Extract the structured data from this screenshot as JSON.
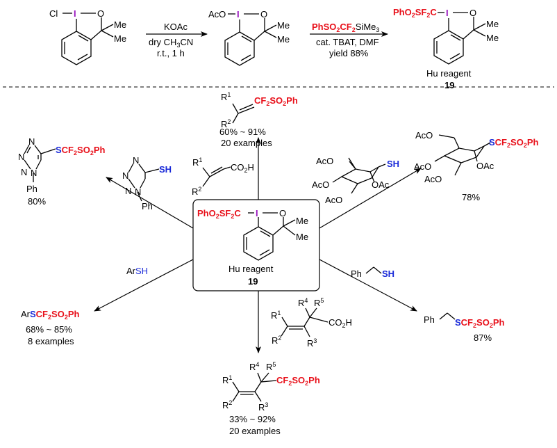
{
  "top": {
    "start": {
      "cl": "Cl",
      "i": "I",
      "o": "O",
      "me1": "Me",
      "me2": "Me"
    },
    "step1": {
      "reagent": "KOAc",
      "solvent": "dry CH",
      "solvent_sub": "3",
      "solvent_tail": "CN",
      "cond": "r.t., 1 h"
    },
    "intermediate": {
      "aco": "AcO",
      "i": "I",
      "o": "O",
      "me1": "Me",
      "me2": "Me"
    },
    "step2": {
      "reagent_a": "PhSO",
      "reagent_b": "2",
      "reagent_c": "CF",
      "reagent_d": "2",
      "reagent_e": "SiMe",
      "reagent_f": "3",
      "cat": "cat. TBAT, DMF",
      "yield": "yield 88%"
    },
    "product": {
      "a": "PhO",
      "b": "2",
      "c": "SF",
      "d": "2",
      "e": "C",
      "i": "I",
      "o": "O",
      "me1": "Me",
      "me2": "Me",
      "name": "Hu reagent",
      "number": "19"
    }
  },
  "center": {
    "a": "PhO",
    "b": "2",
    "c": "SF",
    "d": "2",
    "e": "C",
    "i": "I",
    "o": "O",
    "me1": "Me",
    "me2": "Me",
    "name": "Hu reagent",
    "number": "19"
  },
  "routes": {
    "alkene": {
      "substrate": {
        "r1": "R",
        "r1s": "1",
        "r2": "R",
        "r2s": "2",
        "acid": "CO",
        "acid_s": "2",
        "acid_h": "H"
      },
      "product": {
        "r1": "R",
        "r1s": "1",
        "r2": "R",
        "r2s": "2",
        "cf": "CF",
        "cf2": "2",
        "so": "SO",
        "so2": "2",
        "ph": "Ph"
      },
      "yield": "60% ~ 91%",
      "examples": "20 examples"
    },
    "tetrazole": {
      "substrate": {
        "n1": "N",
        "n2": "N",
        "n3": "N",
        "n4": "N",
        "sh_s": "S",
        "sh_h": "H",
        "ph": "Ph"
      },
      "product": {
        "n1": "N",
        "n2": "N",
        "n3": "N",
        "n4": "N",
        "s": "S",
        "cf": "CF",
        "cf2": "2",
        "so": "SO",
        "so2": "2",
        "ph_tail": "Ph",
        "ph": "Ph"
      },
      "yield": "80%"
    },
    "sugar": {
      "substrate": {
        "aco1": "AcO",
        "aco2": "AcO",
        "aco3": "AcO",
        "oac": "OAc",
        "sh_s": "S",
        "sh_h": "H"
      },
      "product": {
        "aco1": "AcO",
        "aco2": "AcO",
        "aco3": "AcO",
        "oac": "OAc",
        "s": "S",
        "cf": "CF",
        "cf2": "2",
        "so": "SO",
        "so2": "2",
        "ph": "Ph"
      },
      "yield": "78%"
    },
    "aryl": {
      "substrate": {
        "ar": "Ar",
        "sh_s": "S",
        "sh_h": "H"
      },
      "product": {
        "ar": "Ar",
        "s": "S",
        "cf": "CF",
        "cf2": "2",
        "so": "SO",
        "so2": "2",
        "ph": "Ph"
      },
      "yield": "68% ~ 85%",
      "examples": "8 examples"
    },
    "benzyl": {
      "substrate": {
        "ph": "Ph",
        "sh_s": "S",
        "sh_h": "H"
      },
      "product": {
        "ph": "Ph",
        "s": "S",
        "cf": "CF",
        "cf2": "2",
        "so": "SO",
        "so2": "2",
        "ph_tail": "Ph"
      },
      "yield": "87%"
    },
    "allyl": {
      "substrate": {
        "r1": "R",
        "r1s": "1",
        "r2": "R",
        "r2s": "2",
        "r3": "R",
        "r3s": "3",
        "r4": "R",
        "r4s": "4",
        "r5": "R",
        "r5s": "5",
        "acid": "CO",
        "acid_s": "2",
        "acid_h": "H"
      },
      "product": {
        "r1": "R",
        "r1s": "1",
        "r2": "R",
        "r2s": "2",
        "r3": "R",
        "r3s": "3",
        "r4": "R",
        "r4s": "4",
        "r5": "R",
        "r5s": "5",
        "cf": "CF",
        "cf2": "2",
        "so": "SO",
        "so2": "2",
        "ph": "Ph"
      },
      "yield": "33% ~ 92%",
      "examples": "20 examples"
    }
  },
  "colors": {
    "red": "#e8101a",
    "blue": "#1a2ad8",
    "purple": "#9a18c0"
  }
}
